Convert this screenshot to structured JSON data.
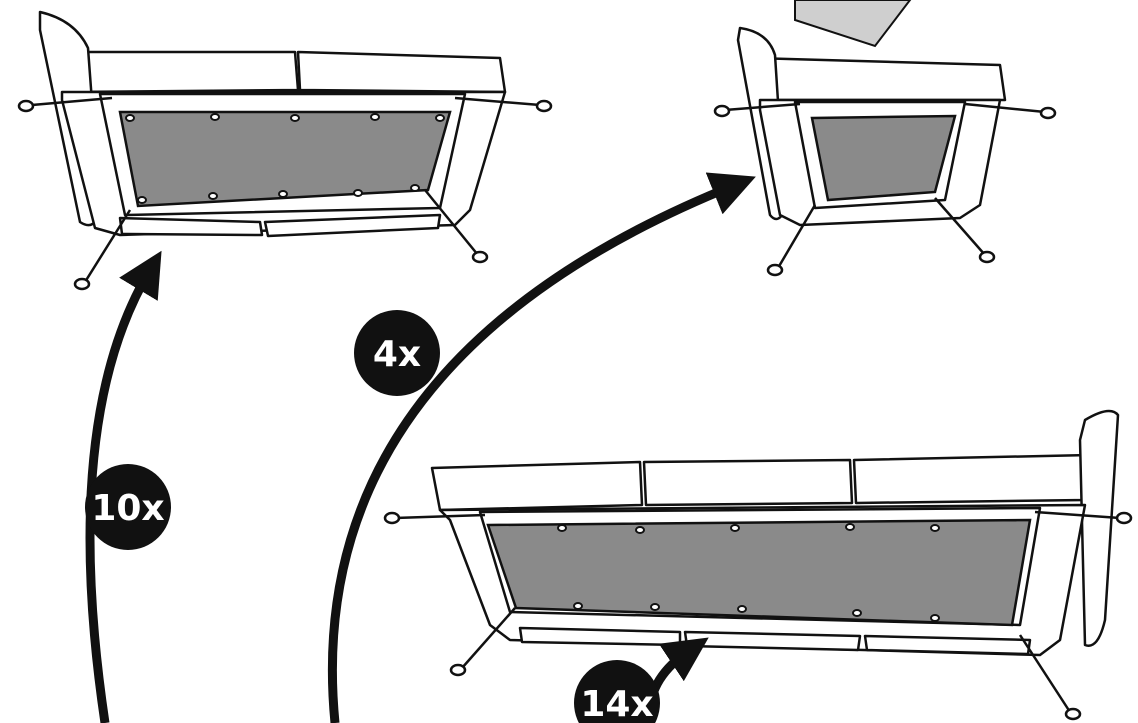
{
  "colors": {
    "ink": "#111111",
    "panel_fill": "#8a8a8a",
    "card_fill": "#cfcfcf",
    "paper": "#ffffff",
    "badge_text": "#ffffff"
  },
  "badges": {
    "small_sofa_fasteners": "10x",
    "medium_sofa_fasteners": "4x",
    "large_sofa_fasteners": "14x"
  }
}
